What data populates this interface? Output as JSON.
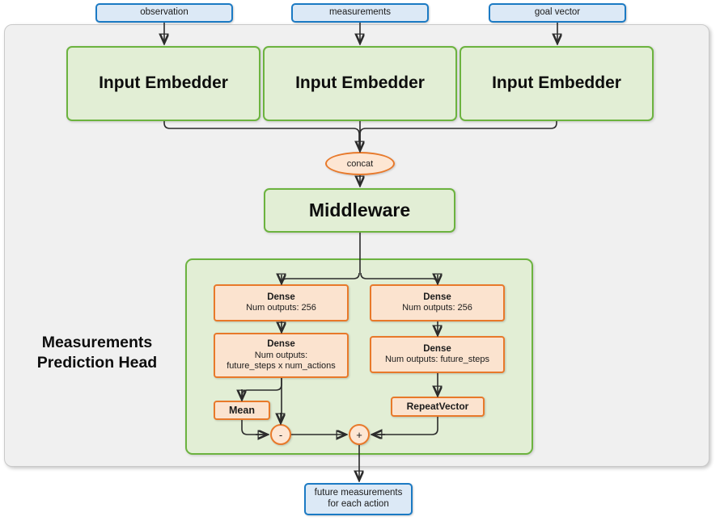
{
  "diagram": {
    "title_label": "Measurements\nPrediction Head",
    "head_label_line1": "Measurements",
    "head_label_line2": "Prediction Head",
    "colors": {
      "canvas": "#ffffff",
      "panel_fill": "#f0f0f0",
      "panel_border": "#c9c9c9",
      "io_fill": "#dce9f6",
      "io_border": "#1b7ac4",
      "green_fill": "#e2eed5",
      "green_border": "#6cb33f",
      "orange_fill": "#fbe3cf",
      "orange_border": "#e8792a",
      "wire": "#2b2b2b"
    }
  },
  "inputs": [
    {
      "label": "observation"
    },
    {
      "label": "measurements"
    },
    {
      "label": "goal vector"
    }
  ],
  "embedders": [
    {
      "label": "Input Embedder"
    },
    {
      "label": "Input Embedder"
    },
    {
      "label": "Input Embedder"
    }
  ],
  "concat": {
    "label": "concat"
  },
  "middleware": {
    "label": "Middleware"
  },
  "head": {
    "label_line1": "Measurements",
    "label_line2": "Prediction Head",
    "left_branch": {
      "dense1": {
        "title": "Dense",
        "sub1": "Num outputs: 256"
      },
      "dense2": {
        "title": "Dense",
        "sub1": "Num outputs:",
        "sub2": "future_steps x num_actions"
      },
      "mean": {
        "label": "Mean"
      },
      "op": {
        "label": "-"
      }
    },
    "right_branch": {
      "dense1": {
        "title": "Dense",
        "sub1": "Num outputs: 256"
      },
      "dense2": {
        "title": "Dense",
        "sub1": "Num outputs: future_steps"
      },
      "repeat_vector": {
        "label": "RepeatVector"
      },
      "op": {
        "label": "+"
      }
    }
  },
  "output": {
    "line1": "future measurements",
    "line2": "for each action"
  }
}
